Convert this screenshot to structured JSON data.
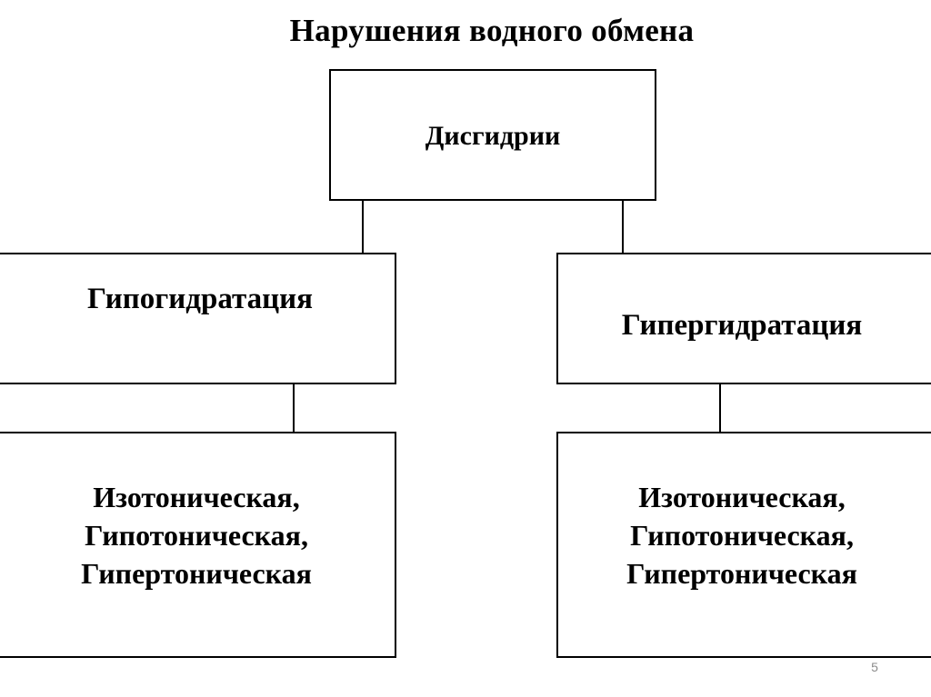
{
  "title": "Нарушения водного обмена",
  "nodes": {
    "root": {
      "label": "Дисгидрии"
    },
    "hypohydration": {
      "label": "Гипогидратация"
    },
    "hyperhydration": {
      "label": "Гипергидратация"
    },
    "hypohydration_types": {
      "lines": [
        "Изотоническая,",
        "Гипотоническая,",
        "Гипертоническая"
      ]
    },
    "hyperhydration_types": {
      "lines": [
        "Изотоническая,",
        "Гипотоническая,",
        "Гипертоническая"
      ]
    }
  },
  "edges": [
    {
      "from": "Дисгидрии",
      "to": "Гипогидратация"
    },
    {
      "from": "Дисгидрии",
      "to": "Гипергидратация"
    },
    {
      "from": "Гипогидратация",
      "to": "Изотоническая, Гипотоническая, Гипертоническая"
    },
    {
      "from": "Гипергидратация",
      "to": "Изотоническая, Гипотоническая, Гипертоническая"
    }
  ],
  "page_number": "5"
}
